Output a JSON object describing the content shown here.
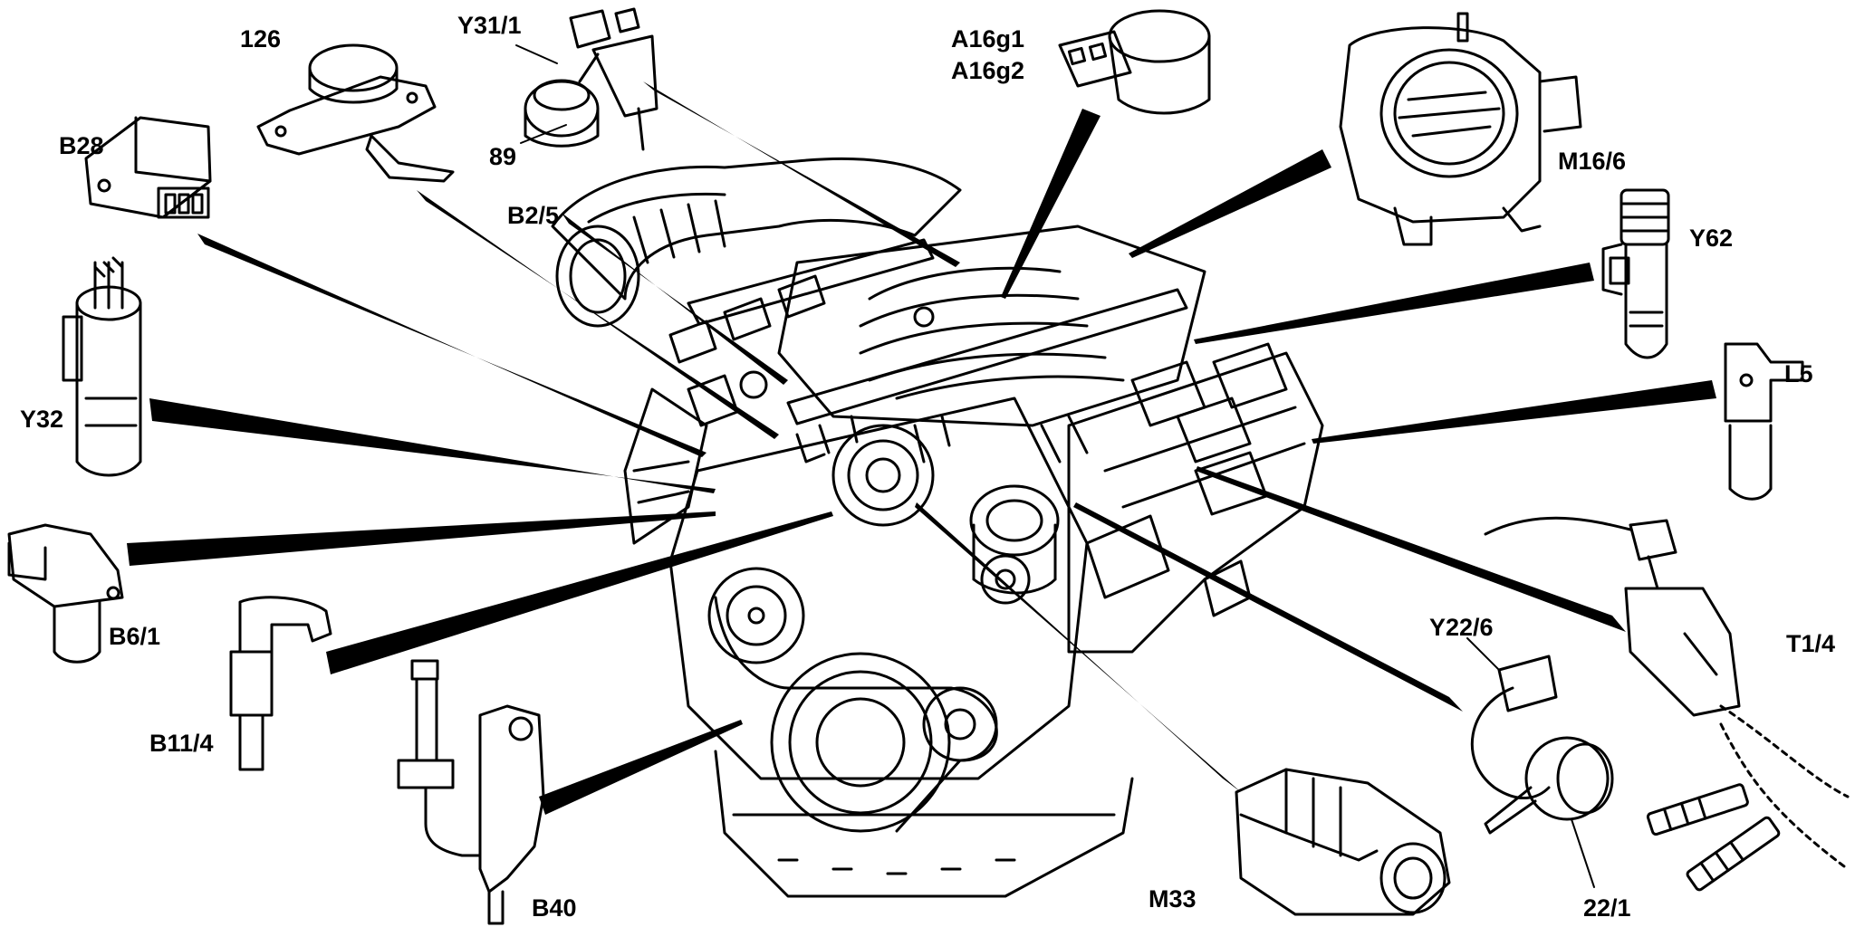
{
  "diagram": {
    "colors": {
      "ink": "#000000",
      "paper": "#ffffff"
    },
    "callouts": {
      "label_126": "126",
      "label_y31_1": "Y31/1",
      "label_89": "89",
      "label_a16g1": "A16g1",
      "label_a16g2": "A16g2",
      "label_m16_6": "M16/6",
      "label_b28": "B28",
      "label_b2_5": "B2/5",
      "label_y62": "Y62",
      "label_y32": "Y32",
      "label_l5": "L5",
      "label_b6_1": "B6/1",
      "label_y22_6": "Y22/6",
      "label_t1_4": "T1/4",
      "label_b11_4": "B11/4",
      "label_b40": "B40",
      "label_m33": "M33",
      "label_22_1": "22/1"
    }
  }
}
